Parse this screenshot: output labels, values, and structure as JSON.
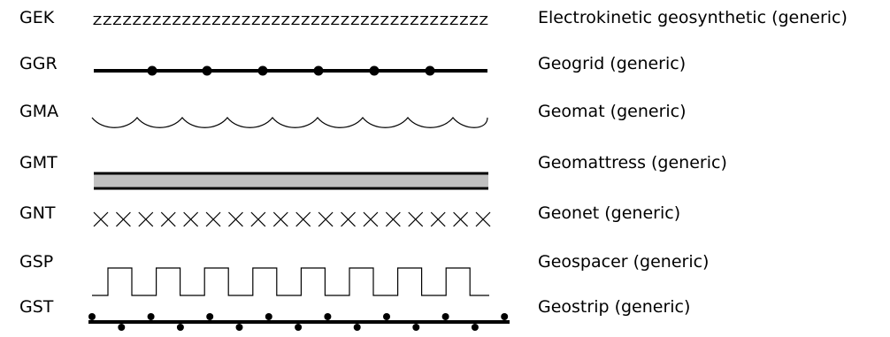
{
  "rows": [
    {
      "code": "GEK",
      "description": "Electrokinetic geosynthetic (generic)",
      "symbol": "zigzag-text"
    },
    {
      "code": "GGR",
      "description": "Geogrid (generic)",
      "symbol": "line-with-dots"
    },
    {
      "code": "GMA",
      "description": "Geomat (generic)",
      "symbol": "wave"
    },
    {
      "code": "GMT",
      "description": "Geomattress (generic)",
      "symbol": "gray-band"
    },
    {
      "code": "GNT",
      "description": "Geonet (generic)",
      "symbol": "crosses"
    },
    {
      "code": "GSP",
      "description": "Geospacer (generic)",
      "symbol": "square-wave"
    },
    {
      "code": "GST",
      "description": "Geostrip (generic)",
      "symbol": "strip-with-dots"
    }
  ],
  "symbols": {
    "gek_pattern": "ZZZZZZZZZZZZZZZZZZZZZZZZZZZZZZZZZZZZZZZZ"
  },
  "colors": {
    "line": "#000000",
    "band_fill": "#c0c0c0"
  }
}
